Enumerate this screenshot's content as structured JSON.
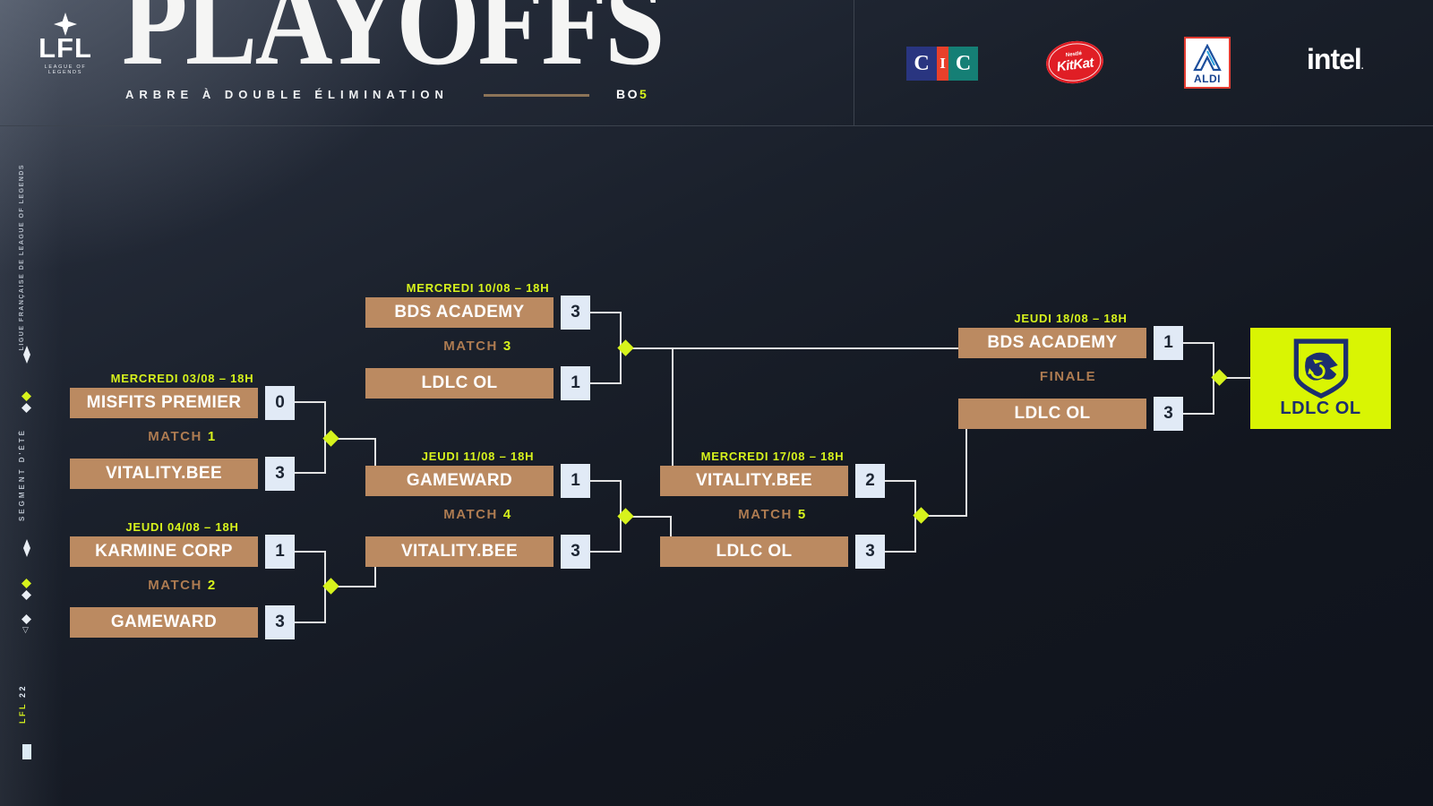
{
  "header": {
    "logo": {
      "name": "LFL",
      "subtitle": "LEAGUE OF LEGENDS"
    },
    "title": "PLAYOFFS",
    "subtitle": "ARBRE À DOUBLE ÉLIMINATION",
    "bo_prefix": "BO",
    "bo_number": "5",
    "sponsors": {
      "cic": {
        "letters": [
          "C",
          "I",
          "C"
        ]
      },
      "kitkat": {
        "brand": "Nestlé",
        "label": "KitKat"
      },
      "aldi": {
        "label": "ALDI"
      },
      "intel": {
        "label": "intel",
        "mark": "."
      }
    }
  },
  "sidebar": {
    "league_text": "LIGUE FRANÇAISE DE LEAGUE OF LEGENDS",
    "segment_text": "SEGMENT D'ÉTÉ",
    "footer_main": "LFL",
    "footer_year": "22"
  },
  "bracket": {
    "matches": [
      {
        "date": "MERCREDI 03/08 – 18H",
        "label": "MATCH",
        "number": "1",
        "top": {
          "name": "MISFITS PREMIER",
          "score": "0"
        },
        "bottom": {
          "name": "VITALITY.BEE",
          "score": "3"
        }
      },
      {
        "date": "JEUDI 04/08 – 18H",
        "label": "MATCH",
        "number": "2",
        "top": {
          "name": "KARMINE CORP",
          "score": "1"
        },
        "bottom": {
          "name": "GAMEWARD",
          "score": "3"
        }
      },
      {
        "date": "MERCREDI 10/08 – 18H",
        "label": "MATCH",
        "number": "3",
        "top": {
          "name": "BDS ACADEMY",
          "score": "3"
        },
        "bottom": {
          "name": "LDLC OL",
          "score": "1"
        }
      },
      {
        "date": "JEUDI 11/08 – 18H",
        "label": "MATCH",
        "number": "4",
        "top": {
          "name": "GAMEWARD",
          "score": "1"
        },
        "bottom": {
          "name": "VITALITY.BEE",
          "score": "3"
        }
      },
      {
        "date": "MERCREDI 17/08 – 18H",
        "label": "MATCH",
        "number": "5",
        "top": {
          "name": "VITALITY.BEE",
          "score": "2"
        },
        "bottom": {
          "name": "LDLC OL",
          "score": "3"
        }
      },
      {
        "date": "JEUDI 18/08 – 18H",
        "label": "FINALE",
        "number": "",
        "top": {
          "name": "BDS ACADEMY",
          "score": "1"
        },
        "bottom": {
          "name": "LDLC OL",
          "score": "3"
        }
      }
    ],
    "winner": {
      "name": "LDLC OL"
    }
  },
  "colors": {
    "accent": "#d7f31c",
    "team_box": "#bb8a61",
    "score_box": "#e1eaf6",
    "score_text": "#1d2634",
    "label_brown": "#ad7b51",
    "connector": "#e3e3e3",
    "winner_bg": "#d9f503",
    "winner_logo_navy": "#1c2e6e",
    "background_dark": "#12161f"
  }
}
